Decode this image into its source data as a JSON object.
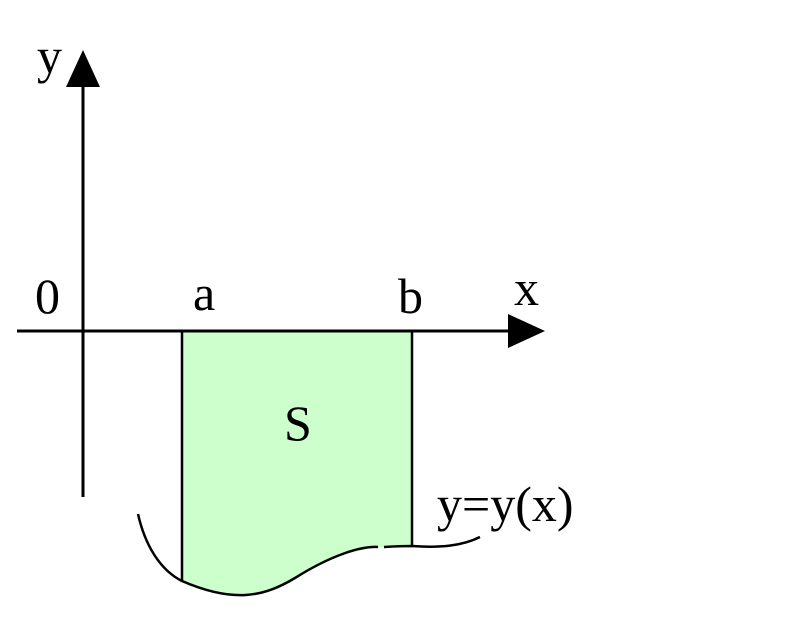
{
  "diagram": {
    "y_axis_label": "y",
    "x_axis_label": "x",
    "origin_label": "0",
    "a_label": "a",
    "b_label": "b",
    "region_label": "S",
    "curve_label": "y=y(x)",
    "colors": {
      "region_fill": "#ccffcc",
      "line": "#000000",
      "background": "#ffffff"
    }
  }
}
